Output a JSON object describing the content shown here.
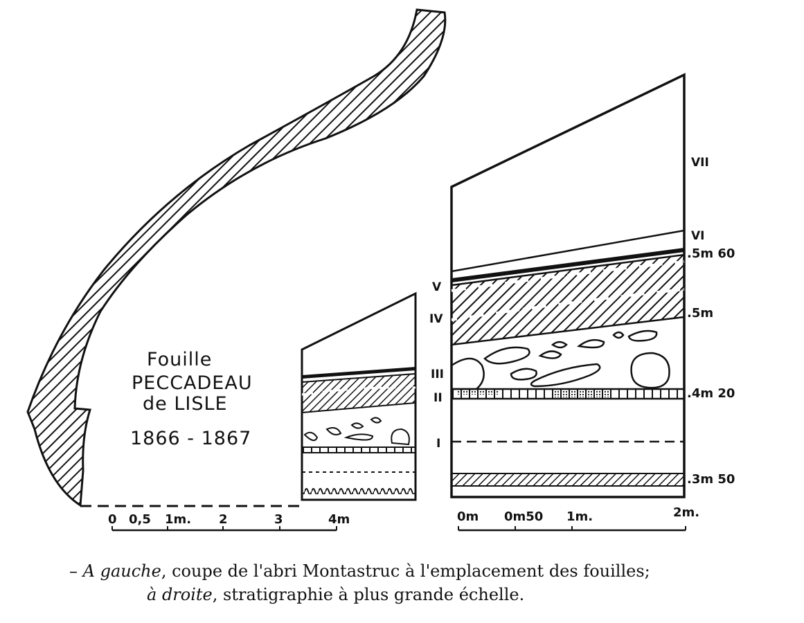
{
  "title_block": {
    "line1": "Fouille",
    "line2": "PECCADEAU",
    "line3": "de LISLE",
    "dates": "1866 - 1867"
  },
  "left_scale": {
    "ticks": [
      "0",
      "0,5",
      "1m.",
      "2",
      "3",
      "4m"
    ]
  },
  "right_scale": {
    "ticks": [
      "0m",
      "0m50",
      "1m.",
      "2m."
    ]
  },
  "layers": [
    "VII",
    "VI",
    "V",
    "IV",
    "III",
    "II",
    "I"
  ],
  "depth_marks": [
    ".5m 60",
    ".5m",
    ".4m 20",
    ".3m 50"
  ],
  "caption": {
    "dash": "– ",
    "a_gauche": "A gauche",
    "line1_rest": ", coupe de l'abri Montastruc à l'emplacement des fouilles;",
    "a_droite": "à droite",
    "line2_rest": ", stratigraphie à plus grande échelle."
  }
}
